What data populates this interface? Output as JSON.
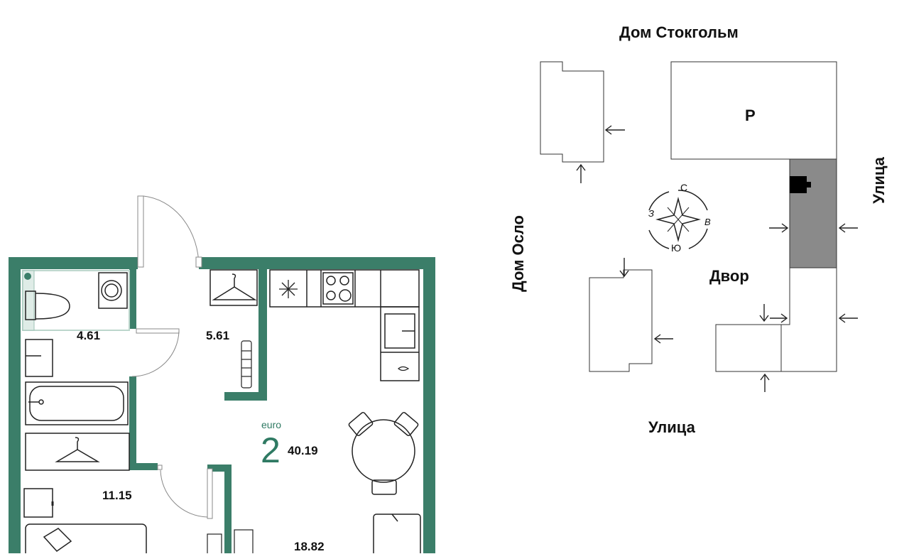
{
  "apartment": {
    "type_prefix": "euro",
    "rooms": "2",
    "total_area": "40.19",
    "rooms_areas": {
      "bathroom": "4.61",
      "hall": "5.61",
      "bedroom": "11.15",
      "living_kitchen": "18.82"
    }
  },
  "site_plan": {
    "building_top": "Дом Стокгольм",
    "building_left": "Дом Осло",
    "street_right": "Улица",
    "street_bottom": "Улица",
    "parking": "Р",
    "yard": "Двор",
    "compass": {
      "north": "С",
      "south": "Ю",
      "east": "В",
      "west": "З"
    }
  },
  "colors": {
    "wall": "#3b7e69",
    "wall_light": "#bcd6cc",
    "accent_text": "#2f7a63",
    "highlight_block": "#8a8a8a"
  }
}
